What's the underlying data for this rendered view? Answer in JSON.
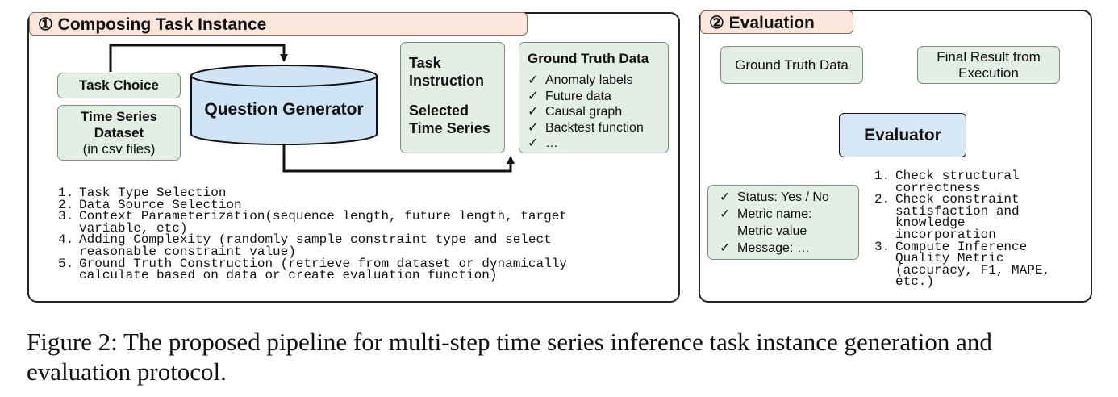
{
  "left_panel": {
    "title": "① Composing Task Instance",
    "task_choice": "Task Choice",
    "dataset": {
      "line1": "Time Series",
      "line2": "Dataset",
      "line3": "(in csv files)"
    },
    "generator": "Question Generator",
    "instruction": {
      "line1": "Task",
      "line2": "Instruction",
      "line3": "Selected",
      "line4": "Time Series"
    },
    "ground_truth": {
      "title": "Ground Truth Data",
      "items": [
        "Anomaly labels",
        "Future data",
        "Causal graph",
        "Backtest function",
        "…"
      ]
    },
    "steps": [
      {
        "num": "1.",
        "text": "Task Type Selection"
      },
      {
        "num": "2.",
        "text": "Data Source Selection"
      },
      {
        "num": "3.",
        "text": "Context Parameterization(sequence length, future length, target"
      },
      {
        "num": "",
        "text": "variable, etc)"
      },
      {
        "num": "4.",
        "text": "Adding Complexity (randomly sample constraint type and select"
      },
      {
        "num": "",
        "text": "reasonable constraint value)"
      },
      {
        "num": "5.",
        "text": "Ground Truth Construction (retrieve from dataset or dynamically"
      },
      {
        "num": "",
        "text": "calculate based on data or create evaluation function)"
      }
    ]
  },
  "right_panel": {
    "title": "② Evaluation",
    "ground_truth": "Ground Truth Data",
    "final_result": {
      "line1": "Final Result from",
      "line2": "Execution"
    },
    "evaluator": "Evaluator",
    "output": {
      "status": "Status: Yes / No",
      "metric_line1": "Metric name:",
      "metric_line2": "Metric value",
      "message": "Message: …"
    },
    "checks": [
      {
        "num": "1.",
        "text": "Check structural"
      },
      {
        "num": "",
        "text": "correctness"
      },
      {
        "num": "2.",
        "text": "Check constraint"
      },
      {
        "num": "",
        "text": "satisfaction and"
      },
      {
        "num": "",
        "text": "knowledge"
      },
      {
        "num": "",
        "text": "incorporation"
      },
      {
        "num": "3.",
        "text": "Compute Inference"
      },
      {
        "num": "",
        "text": "Quality Metric"
      },
      {
        "num": "",
        "text": "(accuracy, F1, MAPE,"
      },
      {
        "num": "",
        "text": "etc.)"
      }
    ]
  },
  "caption": {
    "line1": "Figure 2: The proposed pipeline for multi-step time series inference task instance generation and",
    "line2": "evaluation protocol."
  },
  "check_glyph": "✓",
  "colors": {
    "tab_fill": "#fbe6dc",
    "box_fill": "#e3eee4",
    "generator_fill": "#cfe4f5",
    "evaluator_fill": "#d6e8f6"
  }
}
